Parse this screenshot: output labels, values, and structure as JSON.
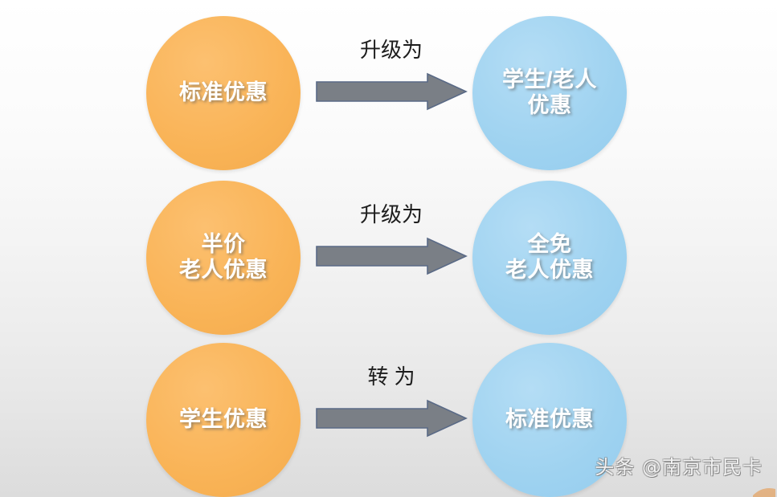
{
  "slide": {
    "background_top_color": "#ffffff",
    "background_bottom_color": "#dcdcdc",
    "source_circle_color": "#f9b356",
    "target_circle_color": "#9ed2f0",
    "arrow_fill_color": "#7a7f86",
    "arrow_stroke_color": "#5a6a86",
    "label_text_color": "#ffffff"
  },
  "rows": [
    {
      "source": "标准优惠",
      "arrow_label": "升级为",
      "target": "学生/老人\n优惠"
    },
    {
      "source": "半价\n老人优惠",
      "arrow_label": "升级为",
      "target": "全免\n老人优惠"
    },
    {
      "source": "学生优惠",
      "arrow_label": "转为",
      "target": "标准优惠"
    }
  ],
  "watermark": {
    "text": "头条 @南京市民卡"
  }
}
